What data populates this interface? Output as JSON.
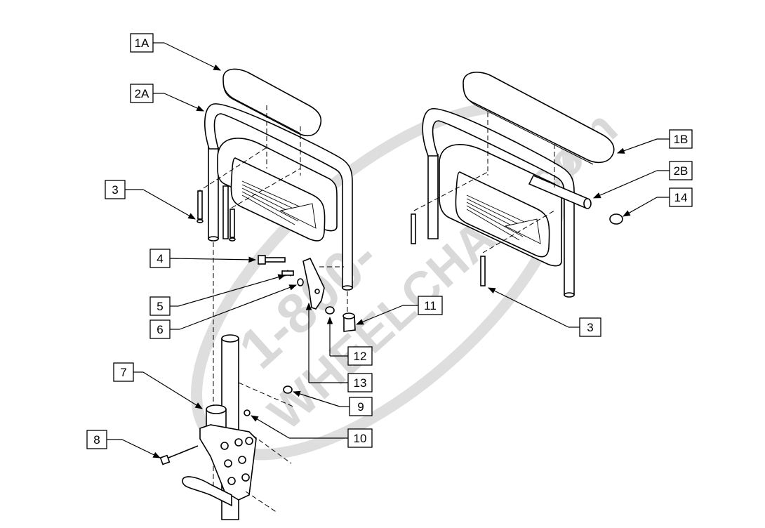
{
  "watermark": {
    "line1": "1-800-",
    "line2": "WHEELCHAIR.com"
  },
  "callouts": [
    {
      "id": "c-1a",
      "label": "1A"
    },
    {
      "id": "c-2a",
      "label": "2A"
    },
    {
      "id": "c-3a",
      "label": "3"
    },
    {
      "id": "c-4",
      "label": "4"
    },
    {
      "id": "c-5",
      "label": "5"
    },
    {
      "id": "c-6",
      "label": "6"
    },
    {
      "id": "c-7",
      "label": "7"
    },
    {
      "id": "c-8",
      "label": "8"
    },
    {
      "id": "c-9",
      "label": "9"
    },
    {
      "id": "c-10",
      "label": "10"
    },
    {
      "id": "c-11",
      "label": "11"
    },
    {
      "id": "c-12",
      "label": "12"
    },
    {
      "id": "c-13",
      "label": "13"
    },
    {
      "id": "c-1b",
      "label": "1B"
    },
    {
      "id": "c-2b",
      "label": "2B"
    },
    {
      "id": "c-14",
      "label": "14"
    },
    {
      "id": "c-3b",
      "label": "3"
    }
  ]
}
